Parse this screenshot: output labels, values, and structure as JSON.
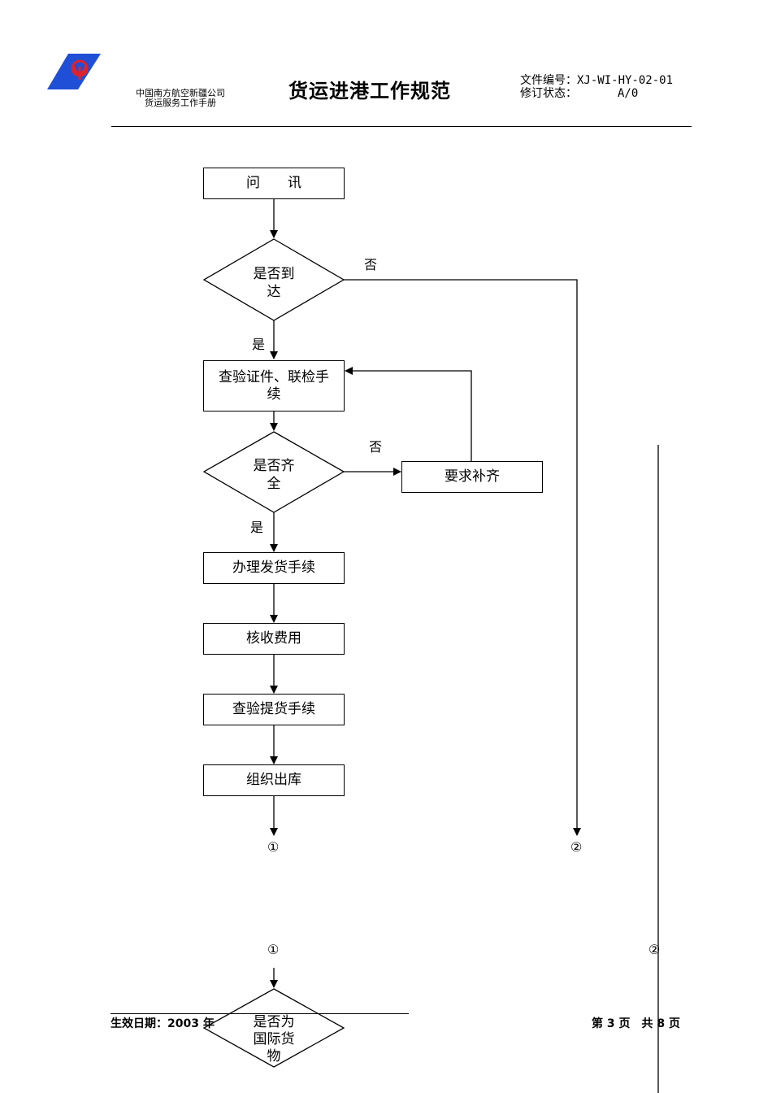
{
  "header": {
    "company_name": "中国南方航空新疆公司",
    "manual_name": "货运服务工作手册",
    "title": "货运进港工作规范",
    "doc_no_label": "文件编号：",
    "doc_no": "XJ-WI-HY-02-01",
    "revision_label": "修订状态：",
    "revision": "A/0"
  },
  "flow": {
    "step_inquiry": "问　　讯",
    "decision_arrived": [
      "是否到",
      "达"
    ],
    "label_no_1": "否",
    "label_yes_1": "是",
    "step_check_docs": [
      "查验证件、联检手",
      "续"
    ],
    "decision_complete": [
      "是否齐",
      "全"
    ],
    "label_no_2": "否",
    "step_request_complete": "要求补齐",
    "label_yes_2": "是",
    "step_delivery_procedures": "办理发货手续",
    "step_collect_fees": "核收费用",
    "step_check_pickup": "查验提货手续",
    "step_warehouse_out": "组织出库",
    "connector_1": "①",
    "connector_2": "②",
    "connector_1b": "①",
    "connector_2b": "②",
    "decision_international": [
      "是否为",
      "国际货",
      "物"
    ]
  },
  "footer": {
    "effective_date": "生效日期：2003 年",
    "page": "第 3 页　共 8 页"
  }
}
